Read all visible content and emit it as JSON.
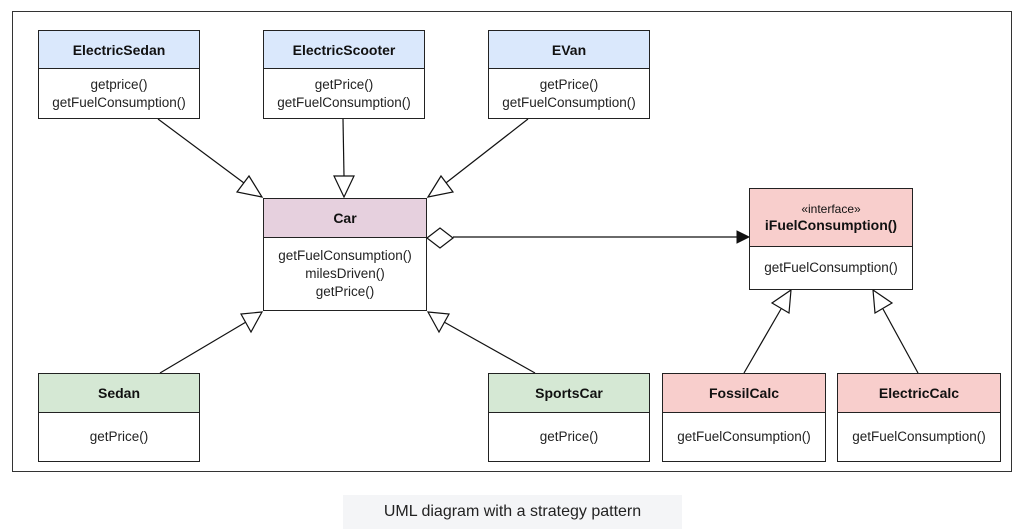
{
  "classes": {
    "electric_sedan": {
      "name": "ElectricSedan",
      "methods": [
        "getprice()",
        "getFuelConsumption()"
      ]
    },
    "electric_scooter": {
      "name": "ElectricScooter",
      "methods": [
        "getPrice()",
        "getFuelConsumption()"
      ]
    },
    "evan": {
      "name": "EVan",
      "methods": [
        "getPrice()",
        "getFuelConsumption()"
      ]
    },
    "car": {
      "name": "Car",
      "methods": [
        "getFuelConsumption()",
        "milesDriven()",
        "getPrice()"
      ]
    },
    "ifuel": {
      "stereotype": "«interface»",
      "name": "iFuelConsumption()",
      "methods": [
        "getFuelConsumption()"
      ]
    },
    "sedan": {
      "name": "Sedan",
      "methods": [
        "getPrice()"
      ]
    },
    "sports_car": {
      "name": "SportsCar",
      "methods": [
        "getPrice()"
      ]
    },
    "fossil_calc": {
      "name": "FossilCalc",
      "methods": [
        "getFuelConsumption()"
      ]
    },
    "electric_calc": {
      "name": "ElectricCalc",
      "methods": [
        "getFuelConsumption()"
      ]
    }
  },
  "colors": {
    "blue": "#dae8fc",
    "pink": "#e6d0de",
    "green": "#d5e8d4",
    "red": "#f8cecc"
  },
  "caption": "UML diagram with a strategy pattern"
}
